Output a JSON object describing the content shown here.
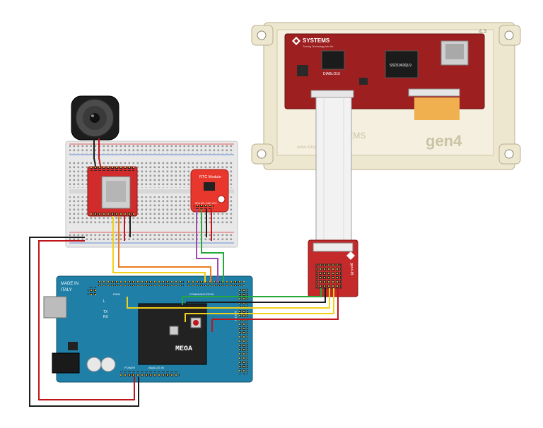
{
  "display_module": {
    "brand": "SYSTEMS",
    "brand_tagline": "Turning Technology into Art",
    "size_label": "4.3",
    "chip_left": "DIABLO16",
    "chip_center": "SSD1963QL9",
    "faded_brand": "SYSTEMS",
    "website": "www.4dsystems.com.au",
    "model_mark": "gen4"
  },
  "adapter": {
    "label": "gen4-IB"
  },
  "rtc": {
    "title": "RTC Module",
    "pins": "SDA SCL GND VCC"
  },
  "arduino": {
    "made_in": "MADE IN",
    "country": "ITALY",
    "model": "MEGA",
    "tx": "TX",
    "rx": "RX",
    "l": "L",
    "pwm": "PWM",
    "communication": "COMMUNICATION",
    "power": "POWER",
    "analog_in": "ANALOG IN",
    "digital": "DIGITAL"
  },
  "colors": {
    "red_wire": "#c0151b",
    "black_wire": "#1c1c1c",
    "yellow_wire": "#f2d11a",
    "orange_wire": "#e87c1e",
    "green_wire": "#25a93b",
    "purple_wire": "#9b4bb0",
    "arduino_blue": "#1f7fa6",
    "pcb_red": "#d22b2b",
    "display_red": "#9d1f1f"
  }
}
